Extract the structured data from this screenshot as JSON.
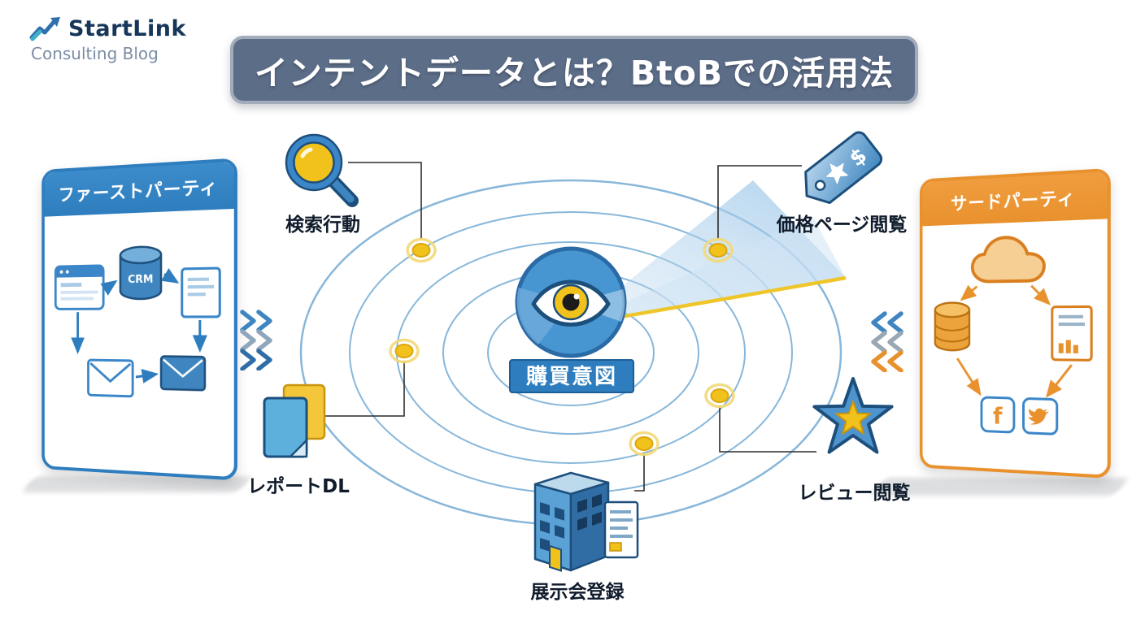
{
  "page": {
    "background": "#ffffff"
  },
  "logo": {
    "name": "StartLink",
    "subtitle": "Consulting Blog"
  },
  "title_banner": {
    "text": "インテントデータとは？BtoBでの活用法",
    "bg_color": "#5c6d88",
    "text_color": "#ffffff"
  },
  "radar": {
    "center_label": "購買意図",
    "center_icon": "eye-icon",
    "ring_color": "#88b7da",
    "blip_color": "#f2c21c",
    "beam_edge_color": "#f0c420"
  },
  "signals": [
    {
      "id": "search",
      "label": "検索行動",
      "icon": "magnifier-icon"
    },
    {
      "id": "pricing",
      "label": "価格ページ閲覧",
      "icon": "price-tag-icon"
    },
    {
      "id": "report",
      "label": "レポートDL",
      "icon": "documents-icon"
    },
    {
      "id": "expo",
      "label": "展示会登録",
      "icon": "building-icon"
    },
    {
      "id": "review",
      "label": "レビュー閲覧",
      "icon": "star-icon"
    }
  ],
  "left_panel": {
    "title": "ファーストパーティ",
    "crm_label": "CRM",
    "accent_color": "#2e7dbe",
    "icons": [
      "browser-icon",
      "crm-database-icon",
      "mail-document-icon",
      "envelope-icon",
      "envelope-filled-icon"
    ]
  },
  "right_panel": {
    "title": "サードパーティ",
    "facebook_letter": "f",
    "accent_color": "#e8912d",
    "icons": [
      "cloud-icon",
      "database-icon",
      "facebook-icon",
      "twitter-bird-icon",
      "report-document-icon"
    ]
  },
  "price_tag": {
    "symbol": "$"
  },
  "colors": {
    "blue": "#2e7dbe",
    "dark_blue": "#1d4f7c",
    "light_blue": "#88b7da",
    "orange": "#e8912d",
    "yellow": "#f2c21c",
    "banner_bg": "#5c6d88"
  }
}
